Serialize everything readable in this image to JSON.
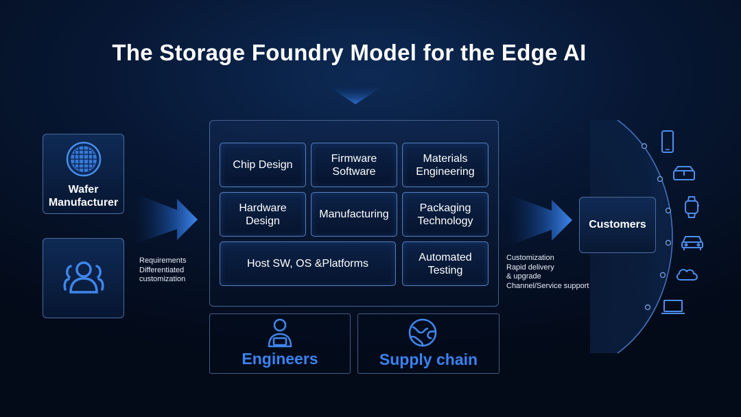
{
  "title": "The Storage Foundry Model for the Edge AI",
  "left": {
    "wafer_label": "Wafer\nManufacturer",
    "requirements": "Requirements\nDifferentiated\ncustomization"
  },
  "center": {
    "cells": {
      "chip_design": "Chip Design",
      "firmware": "Firmware\nSoftware",
      "materials": "Materials\nEngineering",
      "hardware": "Hardware\nDesign",
      "manufacturing": "Manufacturing",
      "packaging": "Packaging\nTechnology",
      "host_sw": "Host SW, OS &Platforms",
      "testing": "Automated\nTesting"
    },
    "engineers": "Engineers",
    "supply_chain": "Supply chain"
  },
  "right": {
    "services": "Customization\nRapid delivery\n& upgrade\nChannel/Service support",
    "customers": "Customers"
  },
  "devices": [
    "smartphone-icon",
    "vr-glasses-icon",
    "smartwatch-icon",
    "car-icon",
    "cloud-icon",
    "laptop-icon"
  ],
  "colors": {
    "accent_blue": "#3b82f0",
    "cell_border": "#6ea0eb",
    "background": "#030a18"
  }
}
